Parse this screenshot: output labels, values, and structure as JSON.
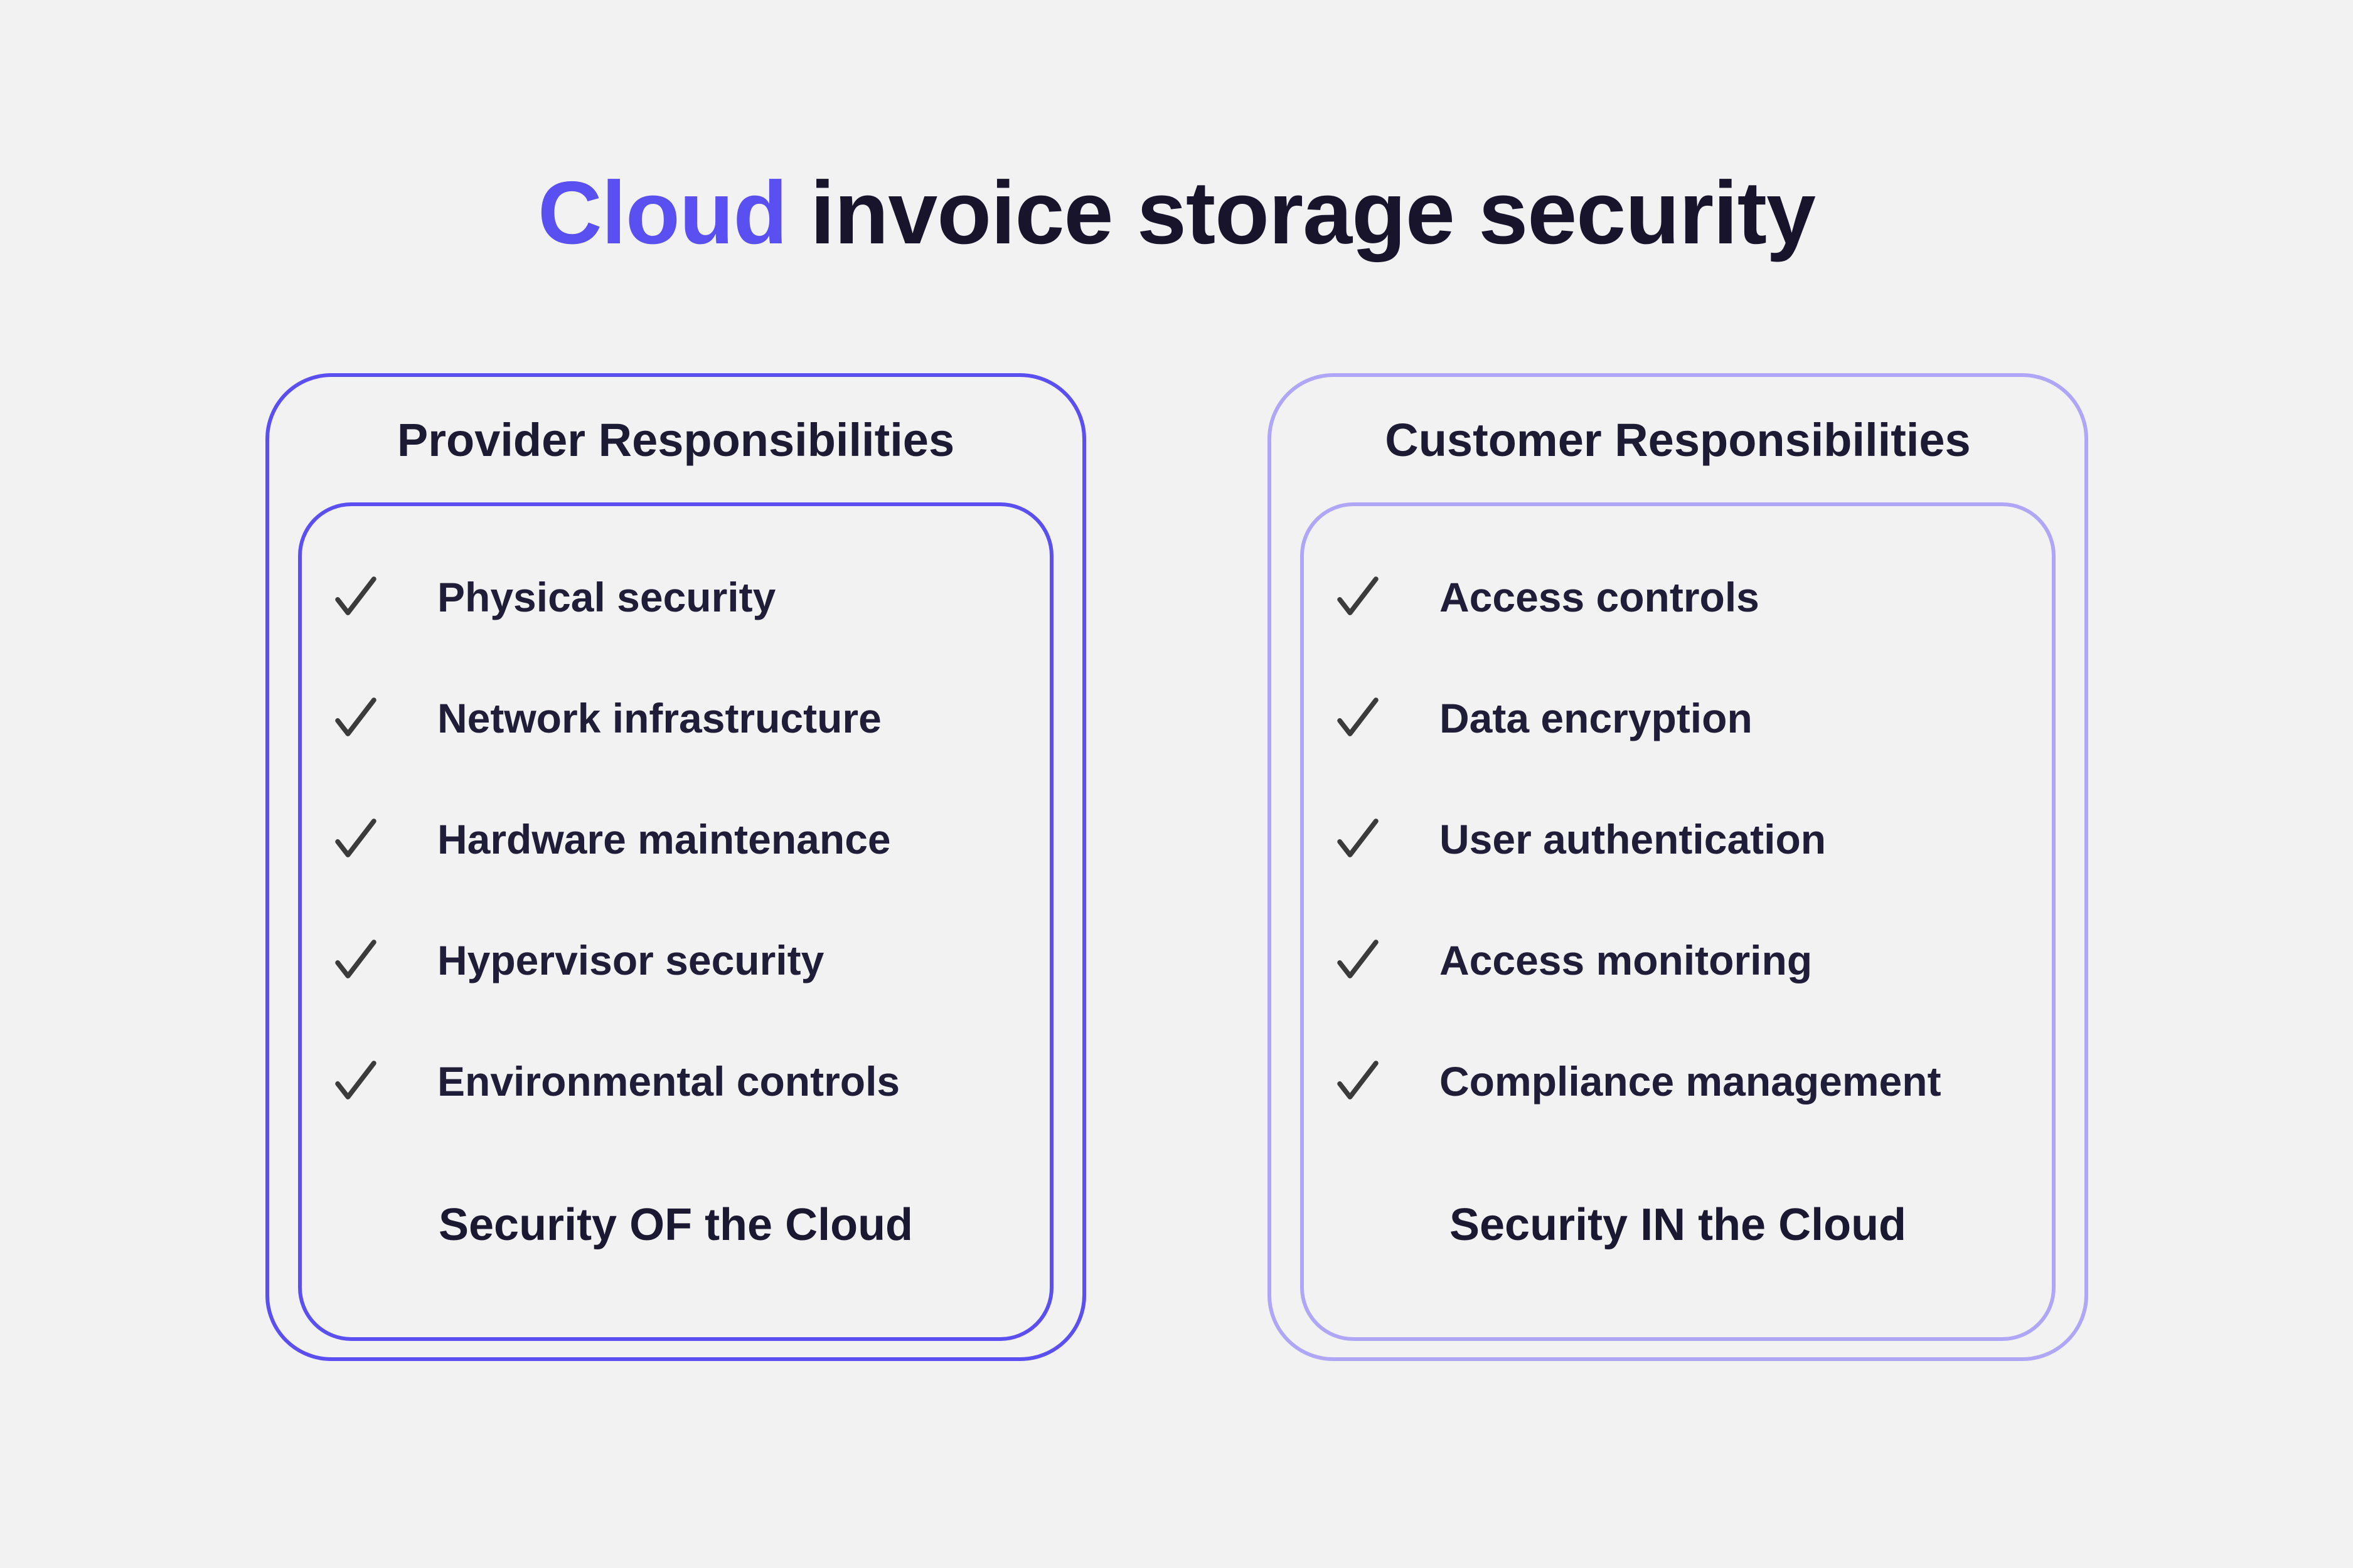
{
  "title": {
    "highlight": "Cloud",
    "rest": "invoice storage security"
  },
  "colors": {
    "background": "#f2f2f2",
    "title_accent": "#5a4ff1",
    "text_dark": "#1d1a33",
    "checkmark": "#3b3b3b",
    "provider_accent": "#5b4ff2",
    "customer_accent": "#b0a6f7"
  },
  "panels": [
    {
      "heading": "Provider Responsibilities",
      "accent_color": "#5b4ff2",
      "items": [
        "Physical security",
        "Network infrastructure",
        "Hardware maintenance",
        "Hypervisor security",
        "Environmental controls"
      ],
      "footer": "Security OF the Cloud"
    },
    {
      "heading": "Customer Responsibilities",
      "accent_color": "#b0a6f7",
      "items": [
        "Access controls",
        "Data encryption",
        "User authentication",
        "Access monitoring",
        "Compliance management"
      ],
      "footer": "Security IN the Cloud"
    }
  ]
}
